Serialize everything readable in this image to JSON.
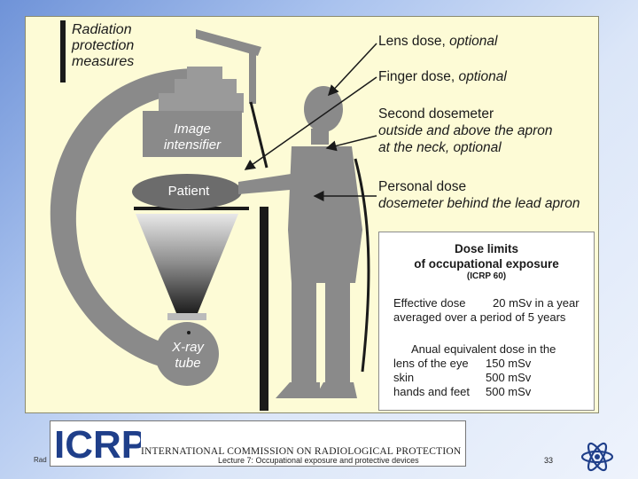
{
  "slide": {
    "title_lines": [
      "Radiation",
      "protection",
      "measures"
    ],
    "labels": {
      "image_intensifier": [
        "Image",
        "intensifier"
      ],
      "patient": "Patient",
      "xray_tube": [
        "X-ray",
        "tube"
      ]
    },
    "callouts": {
      "lens": {
        "main": "Lens dose, ",
        "italic": "optional"
      },
      "finger": {
        "main": "Finger dose, ",
        "italic": "optional"
      },
      "second": {
        "line1": "Second dosemeter",
        "line2": "outside and above the apron",
        "line3": "at the neck, optional"
      },
      "personal": {
        "line1": "Personal dose",
        "line2": "dosemeter behind the lead apron"
      }
    },
    "dose_limits": {
      "title_line1": "Dose limits",
      "title_line2": "of occupational exposure",
      "reference": "(ICRP 60)",
      "effective_label": "Effective dose",
      "effective_value": "20 mSv in a year",
      "effective_note": "averaged over a period of 5 years",
      "annual_heading": "Anual equivalent dose in the",
      "rows": [
        {
          "organ": "lens of the eye",
          "value": "150 mSv"
        },
        {
          "organ": "skin",
          "value": "500 mSv"
        },
        {
          "organ": "hands and feet",
          "value": "500 mSv"
        }
      ]
    }
  },
  "footer": {
    "left_text": "Rad",
    "logo_text": "ICRP",
    "commission": "INTERNATIONAL COMMISSION ON RADIOLOGICAL PROTECTION",
    "lecture": "Lecture 7: Occupational exposure and protective devices",
    "page": "33"
  },
  "icons": [
    "icrp-logo-icon",
    "iaea-logo-icon"
  ],
  "colors": {
    "panel": "#fdfbd6",
    "figure": "#8a8a8a",
    "dark": "#1a1a1a"
  }
}
